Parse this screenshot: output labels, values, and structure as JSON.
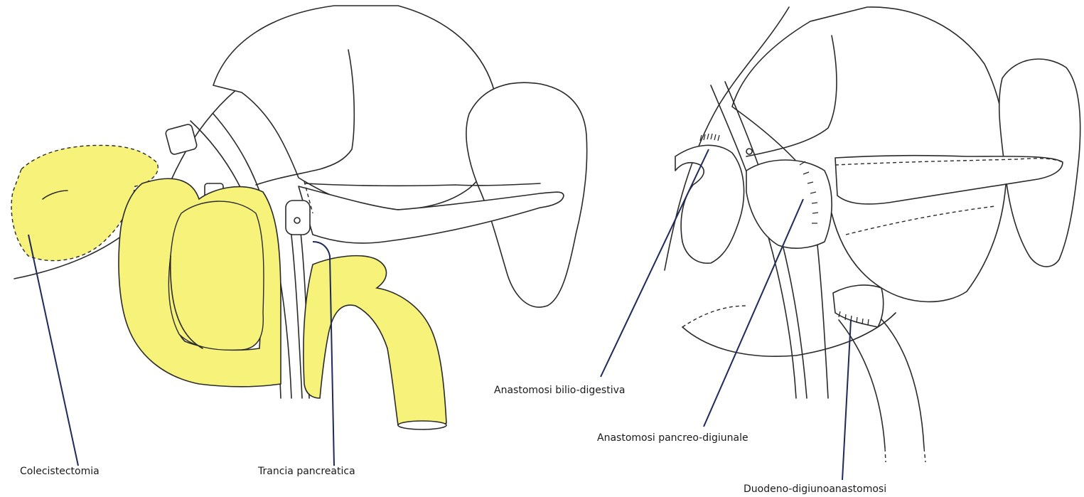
{
  "colors": {
    "resected_tissue": "#f6f27a",
    "outline": "#2a2a2a",
    "leader_line": "#1e2a5a",
    "background": "#ffffff"
  },
  "left_panel": {
    "labels": {
      "colecistectomia": "Colecistectomia",
      "trancia_pancreatica": "Trancia pancreatica"
    }
  },
  "right_panel": {
    "labels": {
      "bilio_digestiva": "Anastomosi bilio-digestiva",
      "pancreo_digiunale": "Anastomosi pancreo-digiunale",
      "duodeno_digiuno": "Duodeno-digiunoanastomosi"
    }
  }
}
